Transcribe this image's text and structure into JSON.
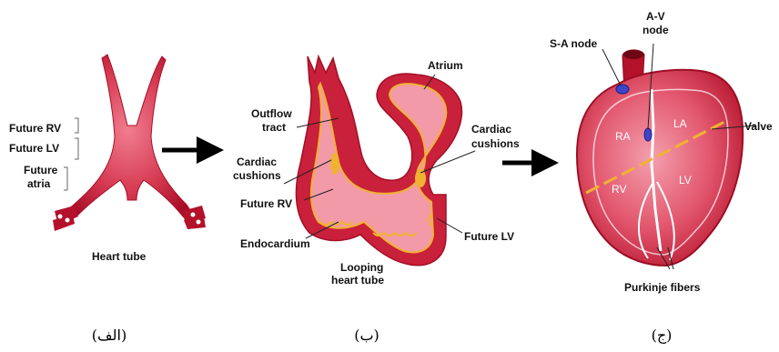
{
  "colors": {
    "tissue_dark": "#b3122a",
    "tissue_mid": "#d63a52",
    "tissue_light": "#f08a98",
    "lumen": "#f6b7bf",
    "endocardium": "#f0b233",
    "node": "#3d46c8",
    "arrow": "#000000"
  },
  "panel_a": {
    "labels": {
      "future_rv": "Future RV",
      "future_lv": "Future LV",
      "future_atria_1": "Future",
      "future_atria_2": "atria",
      "heart_tube": "Heart tube"
    },
    "caption": "(الف)"
  },
  "panel_b": {
    "labels": {
      "outflow_1": "Outflow",
      "outflow_2": "tract",
      "atrium": "Atrium",
      "cushions_right_1": "Cardiac",
      "cushions_right_2": "cushions",
      "cushions_left_1": "Cardiac",
      "cushions_left_2": "cushions",
      "future_rv": "Future RV",
      "endocardium": "Endocardium",
      "future_lv": "Future LV",
      "looping_1": "Looping",
      "looping_2": "heart tube"
    },
    "caption": "(ب)"
  },
  "panel_c": {
    "labels": {
      "sa_node": "S-A node",
      "av_node_1": "A-V",
      "av_node_2": "node",
      "valve": "Valve",
      "ra": "RA",
      "la": "LA",
      "rv": "RV",
      "lv": "LV",
      "purkinje": "Purkinje fibers"
    },
    "caption": "(ج)"
  },
  "icons": [
    "arrow-right-icon"
  ]
}
